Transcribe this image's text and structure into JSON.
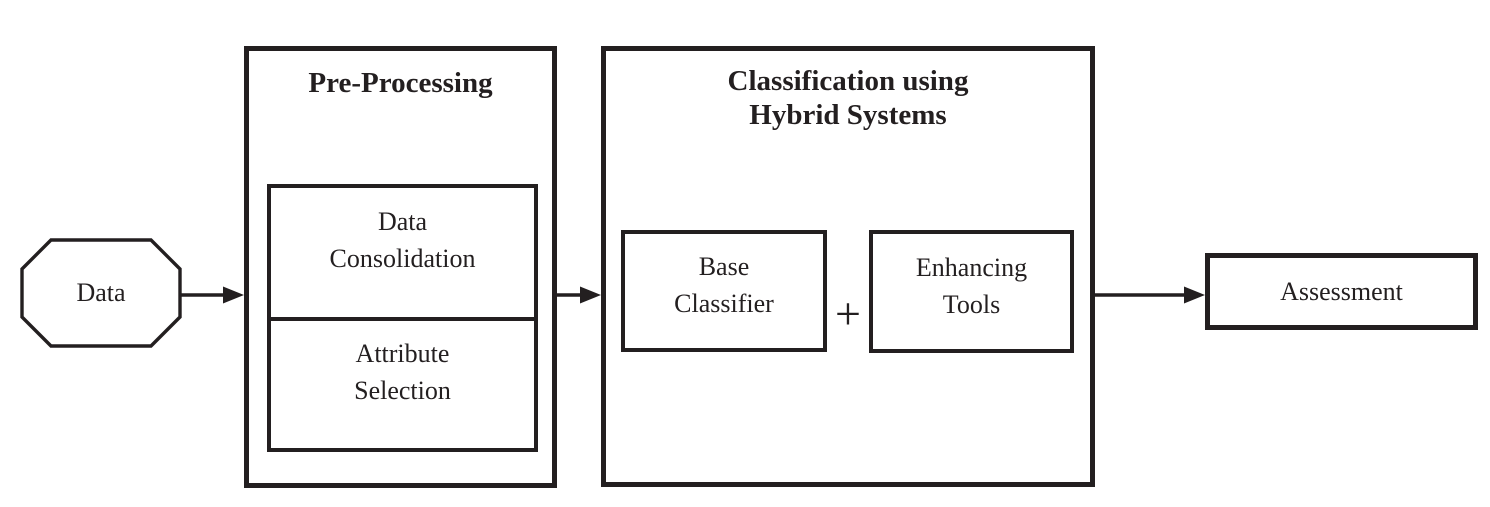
{
  "colors": {
    "ink": "#231f20",
    "background": "#ffffff"
  },
  "nodes": {
    "data_source": {
      "label": "Data"
    },
    "preprocessing": {
      "title": "Pre-Processing",
      "steps": [
        {
          "label": "Data\nConsolidation"
        },
        {
          "label": "Attribute\nSelection"
        }
      ]
    },
    "classification": {
      "title": "Classification using\nHybrid Systems",
      "components": [
        {
          "label": "Base\nClassifier"
        },
        {
          "label": "Enhancing\nTools"
        }
      ],
      "combiner": "+"
    },
    "assessment": {
      "label": "Assessment"
    }
  },
  "flow": [
    "Data -> Pre-Processing",
    "Pre-Processing -> Classification using Hybrid Systems",
    "Classification using Hybrid Systems -> Assessment"
  ]
}
